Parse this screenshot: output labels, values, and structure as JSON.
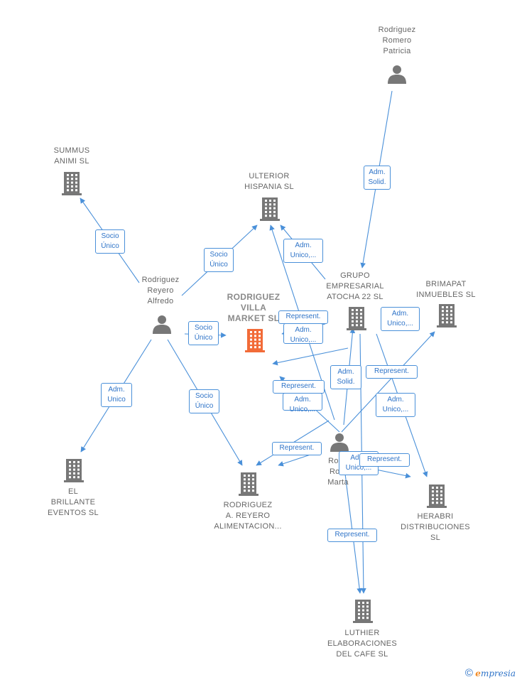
{
  "colors": {
    "edge": "#4a90d9",
    "building": "#777777",
    "main_building": "#f26b38",
    "person": "#777777"
  },
  "nodes": [
    {
      "id": "patricia",
      "type": "person",
      "label": "Rodriguez\nRomero\nPatricia"
    },
    {
      "id": "summus",
      "type": "company",
      "label": "SUMMUS\nANIMI  SL"
    },
    {
      "id": "ulterior",
      "type": "company",
      "label": "ULTERIOR\nHISPANIA  SL"
    },
    {
      "id": "grupo",
      "type": "company",
      "label": "GRUPO\nEMPRESARIAL\nATOCHA 22  SL"
    },
    {
      "id": "brimapat",
      "type": "company",
      "label": "BRIMAPAT\nINMUEBLES  SL"
    },
    {
      "id": "alfredo",
      "type": "person",
      "label": "Rodriguez\nReyero\nAlfredo"
    },
    {
      "id": "villa",
      "type": "company",
      "main": true,
      "label": "RODRIGUEZ\nVILLA\nMARKET  SL"
    },
    {
      "id": "marta",
      "type": "person",
      "label": "Rodri\nRom\nMarta"
    },
    {
      "id": "brillante",
      "type": "company",
      "label": "EL\nBRILLANTE\nEVENTOS  SL"
    },
    {
      "id": "alimentacion",
      "type": "company",
      "label": "RODRIGUEZ\nA.  REYERO\nALIMENTACION..."
    },
    {
      "id": "herabri",
      "type": "company",
      "label": "HERABRI\nDISTRIBUCIONES\nSL"
    },
    {
      "id": "luthier",
      "type": "company",
      "label": "LUTHIER\nELABORACIONES\nDEL CAFE  SL"
    }
  ],
  "relations": [
    "Adm.\nSolid.",
    "Socio\nÚnico",
    "Socio\nÚnico",
    "Adm.\nUnico,...",
    "Socio\nÚnico",
    "Represent.",
    "Adm.\nUnico,...",
    "Adm.\nUnico,...",
    "Adm.\nSolid.",
    "Represent.",
    "Adm.\nUnico",
    "Socio\nÚnico",
    "Represent.",
    "Adm.\nUnico,...",
    "Adm.\nUnico,...",
    "Represent.",
    "Adm.\nUnico,...",
    "Represent.",
    "Represent."
  ],
  "brand": {
    "copyright": "©",
    "e": "e",
    "rest": "mpresia"
  }
}
